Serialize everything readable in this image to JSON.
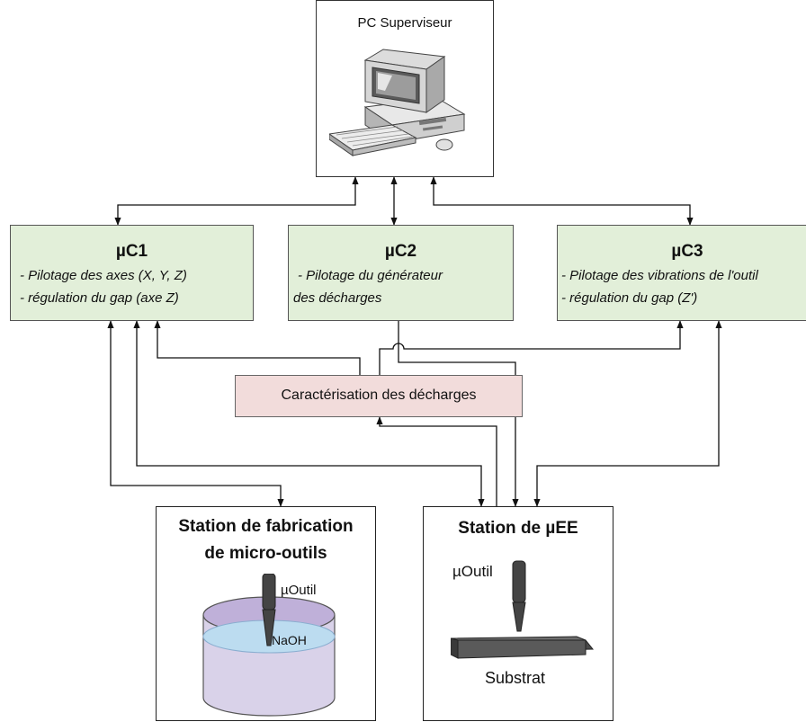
{
  "pc": {
    "title": "PC Superviseur",
    "icon": "computer-icon"
  },
  "uc1": {
    "title": "µC1",
    "line1": "- Pilotage des axes (X, Y, Z)",
    "line2": "- régulation du gap (axe Z)"
  },
  "uc2": {
    "title": "µC2",
    "line1": "- Pilotage du générateur",
    "line2": "des décharges"
  },
  "uc3": {
    "title": "µC3",
    "line1": "- Pilotage des vibrations de l'outil",
    "line2": "- régulation du gap (Z')"
  },
  "carac": {
    "label": "Caractérisation des décharges"
  },
  "station_fab": {
    "title_line1": "Station de fabrication",
    "title_line2": "de micro-outils",
    "tool_label": "µOutil",
    "solution_label": "NaOH"
  },
  "station_uee": {
    "title": "Station de µEE",
    "tool_label": "µOutil",
    "substrate_label": "Substrat"
  },
  "colors": {
    "uc_fill": "#e2efd9",
    "carac_fill": "#f2dcdb",
    "beaker_fill": "#d9d2e9",
    "liquid": "#bcdcf0"
  }
}
